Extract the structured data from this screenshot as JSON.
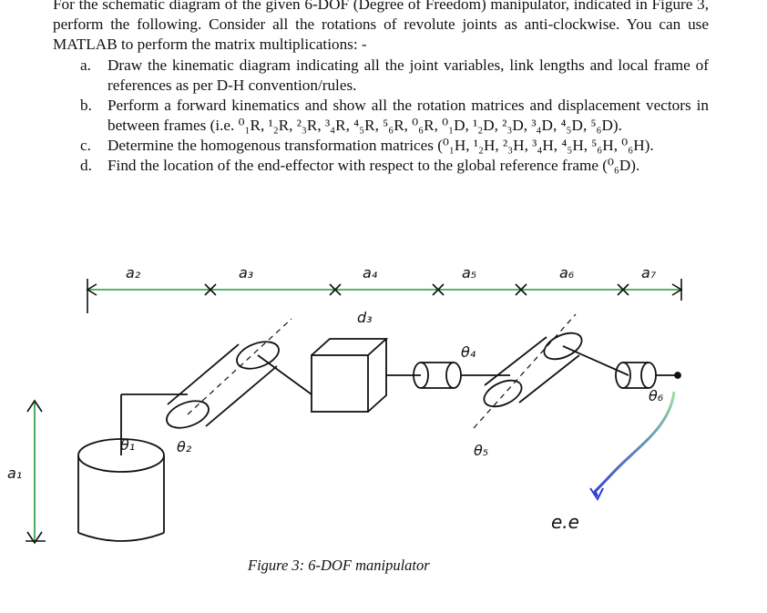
{
  "intro": "For the schematic diagram of the given 6-DOF (Degree of Freedom) manipulator, indicated in Figure 3, perform the following. Consider all the rotations of revolute joints as anti-clockwise. You can use MATLAB to perform the matrix multiplications: -",
  "tasks": [
    {
      "mark": "a.",
      "text": "Draw the kinematic diagram indicating all the joint variables, link lengths and local frame of references as per D-H convention/rules."
    },
    {
      "mark": "b.",
      "text": "Perform a forward kinematics and show all the rotation matrices and displacement vectors in between frames (i.e. ⁰₁R, ¹₂R, ²₃R, ³₄R, ⁴₅R, ⁵₆R, ⁰₆R, ⁰₁D, ¹₂D, ²₃D, ³₄D, ⁴₅D, ⁵₆D)."
    },
    {
      "mark": "c.",
      "text": "Determine the homogenous transformation matrices (⁰₁H, ¹₂H, ²₃H, ³₄H, ⁴₅H, ⁵₆H, ⁰₆H)."
    },
    {
      "mark": "d.",
      "text": "Find the location of the end-effector with respect to the global reference frame (⁰₆D)."
    }
  ],
  "figure": {
    "labels": {
      "a1": "a₁",
      "a2": "a₂",
      "a3": "a₃",
      "a4": "a₄",
      "a5": "a₅",
      "a6": "a₆",
      "a7": "a₇",
      "d3": "d₃",
      "t1": "θ₁",
      "t2": "θ₂",
      "t4": "θ₄",
      "t5": "θ₅",
      "t6": "θ₆",
      "ee": "e.e"
    },
    "colors": {
      "ink": "#111111",
      "dim": "#1f9a3a",
      "ee_top": "#9be39b",
      "ee_bottom": "#2f3fd1"
    }
  },
  "caption": "Figure 3: 6-DOF manipulator"
}
